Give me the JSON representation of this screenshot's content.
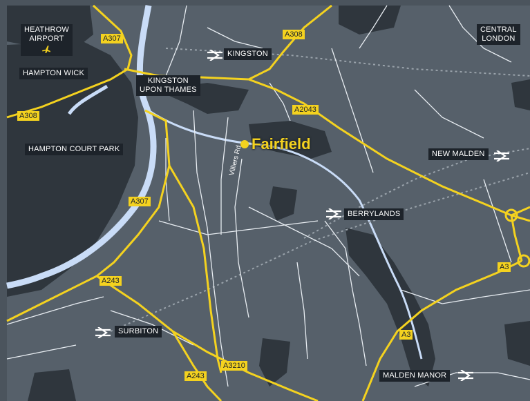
{
  "map": {
    "highlight": {
      "name": "Fairfield",
      "color": "#f4d21f"
    },
    "street_label": "Villiers Rd",
    "colors": {
      "land": "#56606a",
      "dark_land": "#2f363d",
      "river": "#c9dcf7",
      "road": "#f4d21f",
      "minor_road": "#e8edf2",
      "label_bg": "#1d232a"
    },
    "places": [
      {
        "id": "heathrow",
        "lines": [
          "HEATHROW",
          "AIRPORT"
        ],
        "icon": "airplane-icon"
      },
      {
        "id": "central-london",
        "lines": [
          "CENTRAL",
          "LONDON"
        ]
      },
      {
        "id": "hampton-wick",
        "text": "HAMPTON WICK"
      },
      {
        "id": "kingston-upon-thames",
        "lines": [
          "KINGSTON",
          "UPON THAMES"
        ]
      },
      {
        "id": "hampton-court-park",
        "text": "HAMPTON COURT PARK"
      }
    ],
    "stations": [
      {
        "id": "kingston",
        "text": "KINGSTON",
        "icon": "rail-icon"
      },
      {
        "id": "new-malden",
        "text": "NEW MALDEN",
        "icon": "rail-icon"
      },
      {
        "id": "berrylands",
        "text": "BERRYLANDS",
        "icon": "rail-icon"
      },
      {
        "id": "surbiton",
        "text": "SURBITON",
        "icon": "rail-icon"
      },
      {
        "id": "malden-manor",
        "text": "MALDEN MANOR",
        "icon": "rail-icon"
      }
    ],
    "roads": [
      "A307",
      "A308",
      "A308",
      "A2043",
      "A307",
      "A243",
      "A3",
      "A3",
      "A3210",
      "A243"
    ]
  }
}
